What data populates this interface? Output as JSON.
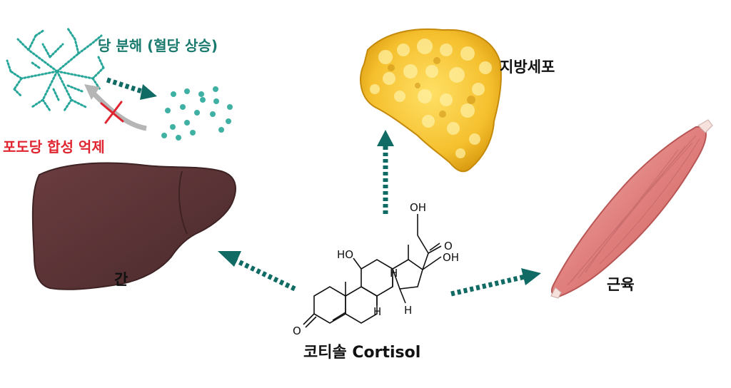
{
  "labels": {
    "glycogen_breakdown": "당 분해 (혈당 상승)",
    "glucose_synthesis_inhibit": "포도당 합성 억제",
    "adipocyte": "지방세포",
    "liver": "간",
    "muscle": "근육",
    "cortisol": "코티솔 Cortisol"
  },
  "molecule_labels": {
    "oh_top": "OH",
    "oh_right": "OH",
    "ho_left": "HO",
    "o_ketone": "O",
    "o_ring": "O",
    "h1": "H",
    "h2": "H",
    "h3": "H"
  },
  "colors": {
    "arrow_teal": "#0f6b63",
    "breakdown_text": "#1a7a6e",
    "inhibit_red": "#e02530",
    "liver": "#5a3336",
    "fat": "#f0b62a",
    "muscle": "#e08a8a"
  },
  "icons": [
    "glycogen-icon",
    "glucose-dots-icon",
    "inhibit-x-icon",
    "liver-icon",
    "adipocyte-icon",
    "muscle-icon",
    "cortisol-structure-icon"
  ]
}
